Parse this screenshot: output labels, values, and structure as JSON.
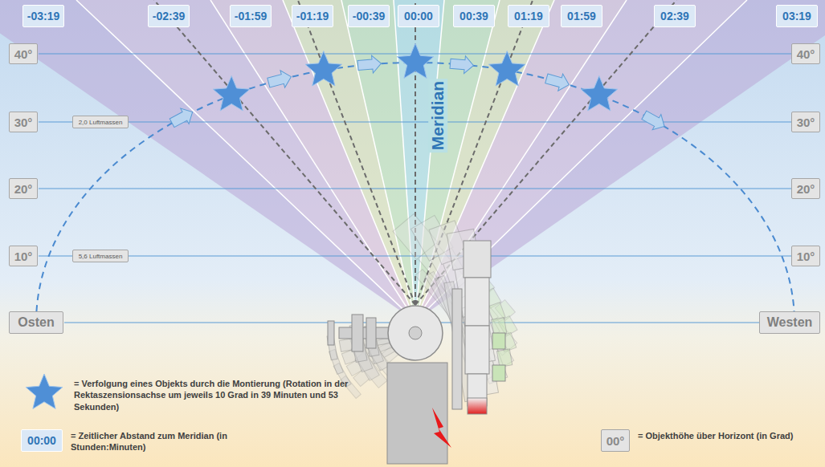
{
  "diagram": {
    "nodes": [
      {
        "text": [
          "-03:19"
        ]
      },
      {
        "text": [
          "-02:39"
        ]
      },
      {
        "text": [
          "-01:59"
        ]
      },
      {
        "text": [
          "-01:19"
        ]
      },
      {
        "text": [
          "-00:39"
        ]
      },
      {
        "text": [
          "00:00"
        ]
      },
      {
        "text": [
          "00:39"
        ]
      },
      {
        "text": [
          "01:19"
        ]
      },
      {
        "text": [
          "01:59"
        ]
      },
      {
        "text": [
          "02:39"
        ]
      },
      {
        "text": [
          "03:19"
        ]
      },
      {
        "text": [
          "40°"
        ]
      },
      {
        "text": [
          "40°"
        ]
      },
      {
        "text": [
          "30°"
        ]
      },
      {
        "text": [
          "2,0 Luftmassen"
        ]
      },
      {
        "text": [
          "30°"
        ]
      },
      {
        "text": [
          "20°"
        ]
      },
      {
        "text": [
          "20°"
        ]
      },
      {
        "text": [
          "10°"
        ]
      },
      {
        "text": [
          "5,6 Luftmassen"
        ]
      },
      {
        "text": [
          "10°"
        ]
      },
      {
        "text": [
          "Osten"
        ]
      },
      {
        "text": [
          "Westen"
        ]
      },
      {
        "text": [
          "00:00"
        ]
      },
      {
        "text": [
          "00°"
        ]
      }
    ],
    "labels": [
      "Meridian"
    ],
    "legend": [
      {
        "text": "= Verfolgung eines Objekts durch die Montierung (Rotation in der Rektaszensionsachse um jeweils 10 Grad in 39 Minuten und 53 Sekunden)"
      },
      {
        "text": "= Zeitlicher Abstand zum Meridian (in Stunden:Minuten)"
      },
      {
        "text": "= Objekthöhe über Horizont (in Grad)"
      }
    ]
  }
}
